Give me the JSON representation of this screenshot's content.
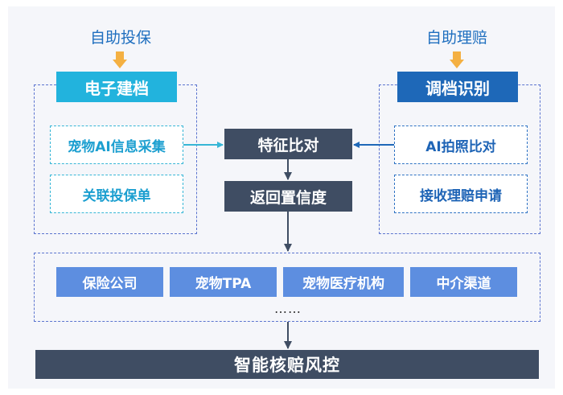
{
  "left_column": {
    "top_label": "自助投保",
    "header": "电子建档",
    "cards": [
      "宠物AI信息采集",
      "关联投保单"
    ]
  },
  "right_column": {
    "top_label": "自助理赔",
    "header": "调档识别",
    "cards": [
      "AI拍照比对",
      "接收理赔申请"
    ]
  },
  "center": {
    "feature_compare": "特征比对",
    "return_confidence": "返回置信度"
  },
  "channels": {
    "items": [
      "保险公司",
      "宠物TPA",
      "宠物医疗机构",
      "中介渠道"
    ],
    "more": "……"
  },
  "bottom": {
    "label": "智能核赔风控"
  },
  "colors": {
    "cyan": "#22b3dd",
    "blue": "#1e68b8",
    "slate": "#3f4d63",
    "channel_blue": "#5d8ee0",
    "orange": "#f4b042"
  }
}
